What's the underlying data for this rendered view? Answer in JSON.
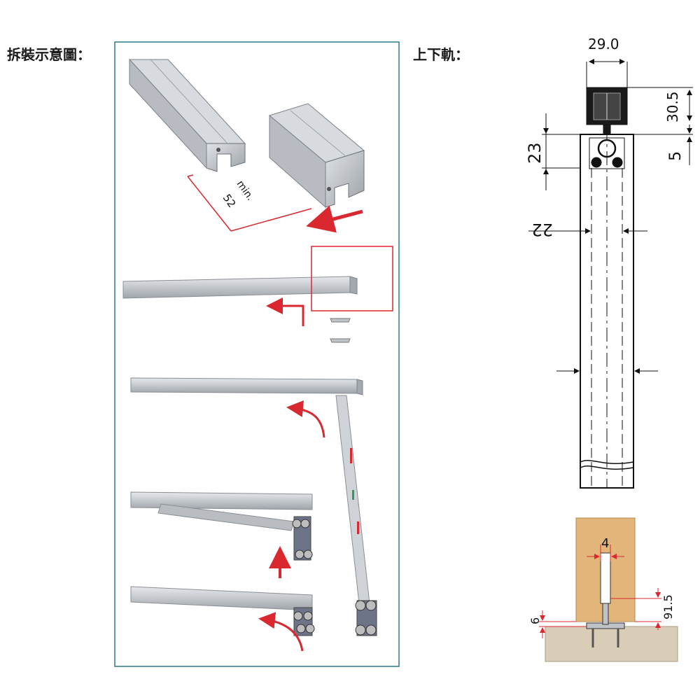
{
  "headings": {
    "assembly": "拆裝示意圖：",
    "rails": "上下軌："
  },
  "assembly_diagram": {
    "gap_label_min": "min.",
    "gap_label_value": "52"
  },
  "rail_drawing": {
    "width_label": "29.0",
    "height_label": "30.5",
    "offset_label": "5",
    "depth_label": "23",
    "inner_label": "22"
  },
  "bottom_guide": {
    "groove_width": "4",
    "guide_height": "91.5",
    "depth": "6"
  },
  "colors": {
    "panel_border": "#2c7a8a",
    "highlight_red": "#d9282f",
    "rail_gray": "#c9ccd1",
    "wood": "#e2b67a",
    "floor": "#d9cdb8"
  }
}
